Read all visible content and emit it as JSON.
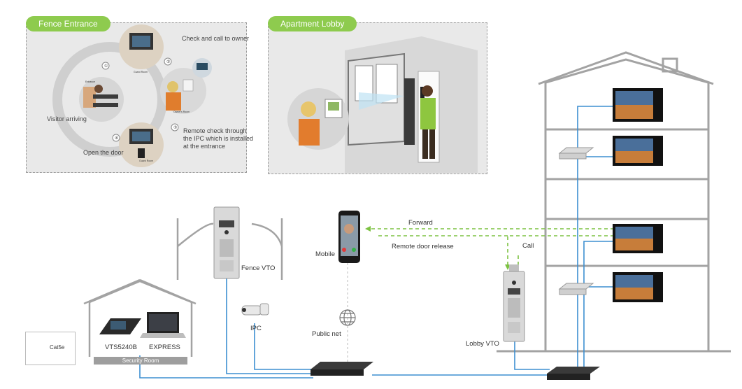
{
  "panels": {
    "fence_entrance": {
      "tag": "Fence Entrance",
      "steps": {
        "check_call": "Check and call to owner",
        "visitor_arriving": "Visitor arriving",
        "remote_check": "Remote check through\nthe IPC which is installed\nat the entrance",
        "open_door": "Open the door"
      },
      "numbers": [
        "①",
        "②",
        "③",
        "④"
      ],
      "mini_labels": [
        "Guard Room",
        "Entrance",
        "Owner's Room",
        "Guard Room"
      ]
    },
    "apartment_lobby": {
      "tag": "Apartment Lobby"
    }
  },
  "diagram": {
    "fence_vto": "Fence VTO",
    "mobile": "Mobile",
    "forward": "Forward",
    "remote_release": "Remote  door release",
    "call": "Call",
    "ipc": "IPC",
    "public_net": "Public net",
    "lobby_vto": "Lobby VTO",
    "vts": "VTS5240B",
    "express": "EXPRESS",
    "security_room": "Security Room"
  },
  "legend": {
    "label": "Cat5e",
    "color": "#3d8fd1"
  },
  "colors": {
    "tag_green": "#8ecb4e",
    "dashed_arrow": "#7cc241",
    "building_line": "#a3a3a3",
    "cable": "#3d8fd1"
  },
  "icons": [
    "globe-icon",
    "switch-icon",
    "monitor-icon",
    "camera-icon",
    "phone-icon",
    "door-station-icon"
  ]
}
